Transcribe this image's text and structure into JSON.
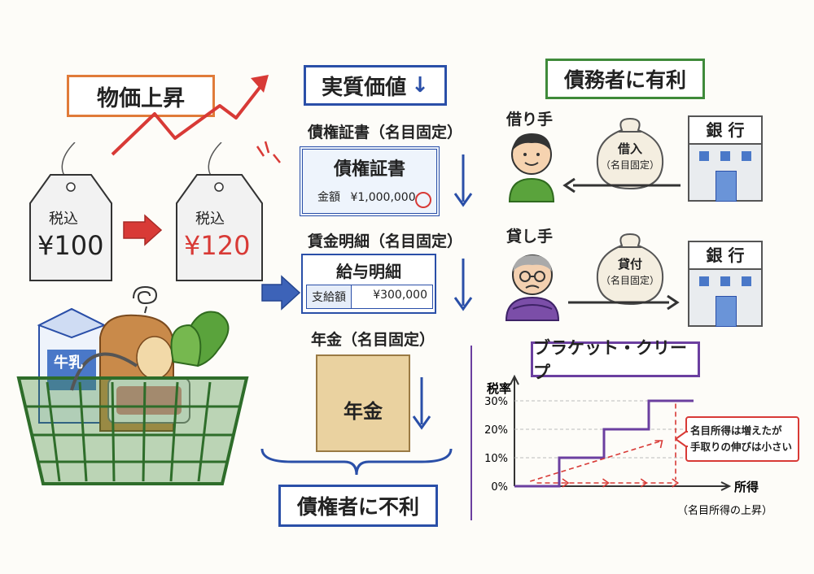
{
  "inflation": {
    "title": "物価上昇",
    "tag_before": {
      "label": "税込",
      "price": "¥100"
    },
    "tag_after": {
      "label": "税込",
      "price": "¥120"
    },
    "milk": "牛乳"
  },
  "real_value": {
    "title": "実質価値",
    "arrow": "↓",
    "bond": {
      "heading": "債権証書（名目固定）",
      "doc_title": "債権証書",
      "amount_label": "金額",
      "amount": "¥1,000,000"
    },
    "payslip": {
      "heading": "賃金明細（名目固定）",
      "doc_title": "給与明細",
      "pay_label": "支給額",
      "pay": "¥300,000"
    },
    "pension": {
      "heading": "年金（名目固定）",
      "envelope": "年金"
    },
    "conclusion": "債権者に不利"
  },
  "debtor": {
    "title": "債務者に有利",
    "borrower": {
      "label": "借り手",
      "bag_title": "借入",
      "bag_sub": "（名目固定）"
    },
    "lender": {
      "label": "貸し手",
      "bag_title": "貸付",
      "bag_sub": "（名目固定）"
    },
    "bank": "銀 行"
  },
  "bracket": {
    "title": "ブラケット・クリープ",
    "callout_line1": "名目所得は増えたが",
    "callout_line2": "手取りの伸びは小さい",
    "chart_data": {
      "type": "line",
      "ylabel": "税率",
      "xlabel": "所得",
      "xlabel_sub": "（名目所得の上昇）",
      "y_ticks": [
        "30%",
        "20%",
        "10%",
        "0%"
      ],
      "steps": [
        {
          "rate": 0,
          "from": 0,
          "to": 1
        },
        {
          "rate": 10,
          "from": 1,
          "to": 2
        },
        {
          "rate": 20,
          "from": 2,
          "to": 3
        },
        {
          "rate": 30,
          "from": 3,
          "to": 4
        }
      ],
      "ylim": [
        0,
        30
      ]
    }
  },
  "colors": {
    "red": "#d83a36",
    "blue": "#2a4fa8",
    "green": "#3f8a3a",
    "purple": "#6b3fa0",
    "orange": "#e07b39"
  }
}
